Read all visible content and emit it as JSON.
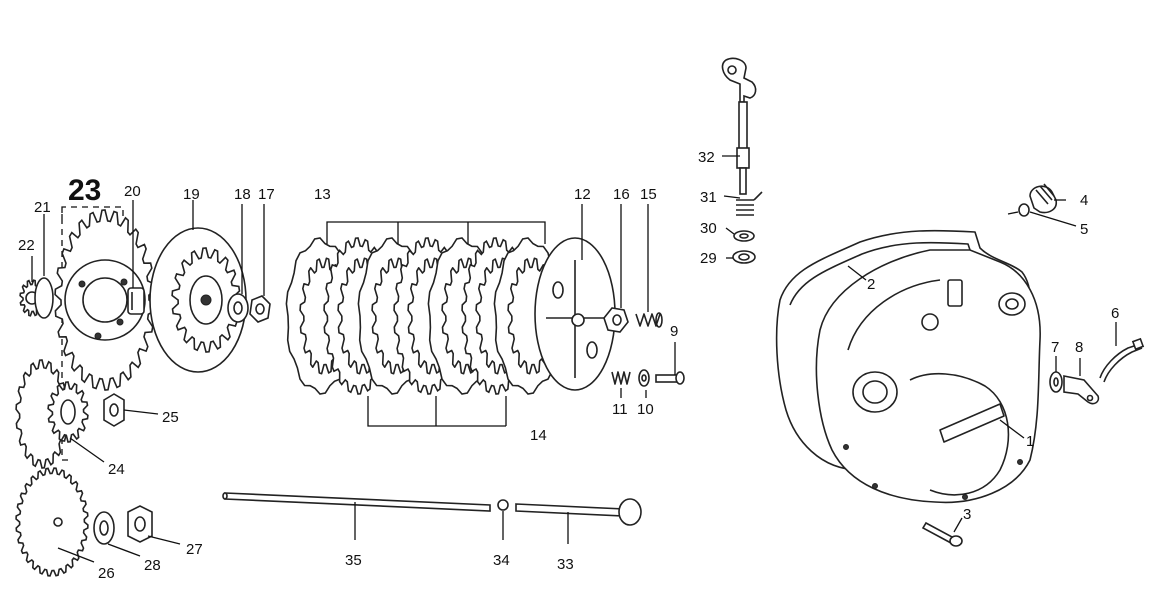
{
  "diagram": {
    "labels": [
      {
        "id": "1",
        "text": "1"
      },
      {
        "id": "2",
        "text": "2"
      },
      {
        "id": "3",
        "text": "3"
      },
      {
        "id": "4",
        "text": "4"
      },
      {
        "id": "5",
        "text": "5"
      },
      {
        "id": "6",
        "text": "6"
      },
      {
        "id": "7",
        "text": "7"
      },
      {
        "id": "8",
        "text": "8"
      },
      {
        "id": "9",
        "text": "9"
      },
      {
        "id": "10",
        "text": "10"
      },
      {
        "id": "11",
        "text": "11"
      },
      {
        "id": "12",
        "text": "12"
      },
      {
        "id": "13",
        "text": "13"
      },
      {
        "id": "14",
        "text": "14"
      },
      {
        "id": "15",
        "text": "15"
      },
      {
        "id": "16",
        "text": "16"
      },
      {
        "id": "17",
        "text": "17"
      },
      {
        "id": "18",
        "text": "18"
      },
      {
        "id": "19",
        "text": "19"
      },
      {
        "id": "20",
        "text": "20"
      },
      {
        "id": "21",
        "text": "21"
      },
      {
        "id": "22",
        "text": "22"
      },
      {
        "id": "23",
        "text": "23"
      },
      {
        "id": "24",
        "text": "24"
      },
      {
        "id": "25",
        "text": "25"
      },
      {
        "id": "26",
        "text": "26"
      },
      {
        "id": "27",
        "text": "27"
      },
      {
        "id": "28",
        "text": "28"
      },
      {
        "id": "29",
        "text": "29"
      },
      {
        "id": "30",
        "text": "30"
      },
      {
        "id": "31",
        "text": "31"
      },
      {
        "id": "32",
        "text": "32"
      },
      {
        "id": "33",
        "text": "33"
      },
      {
        "id": "34",
        "text": "34"
      },
      {
        "id": "35",
        "text": "35"
      }
    ]
  }
}
